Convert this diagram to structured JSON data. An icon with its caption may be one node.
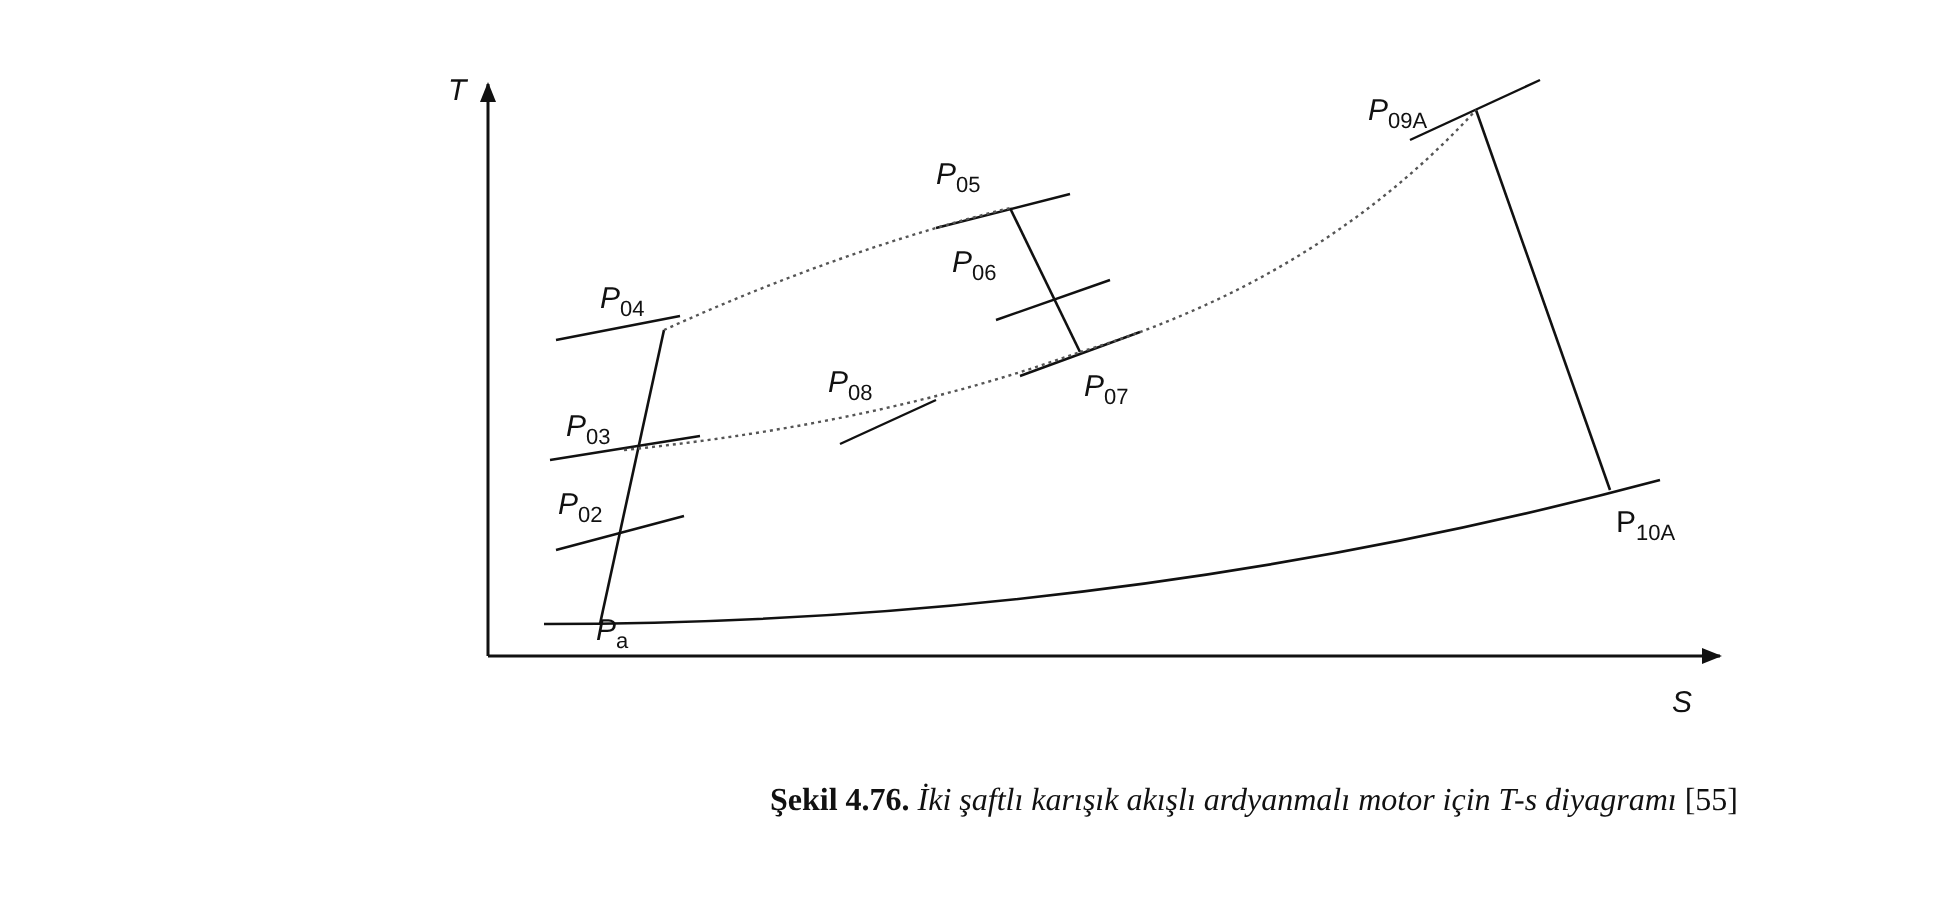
{
  "diagram": {
    "caption": "**Şekil 4.76.** *İki şaftlı karışık akışlı ardyanmalı motor için T-s diyagramı* [55]",
    "labels": [
      "T",
      "P$_{09A}$",
      "P$_{05}$",
      "P$_{06}$",
      "P$_{04}$",
      "P$_{08}$",
      "P$_{07}$",
      "P$_{03}$",
      "P$_{02}$",
      "P$_{10A}$",
      "P$_{a}$",
      "S"
    ]
  }
}
